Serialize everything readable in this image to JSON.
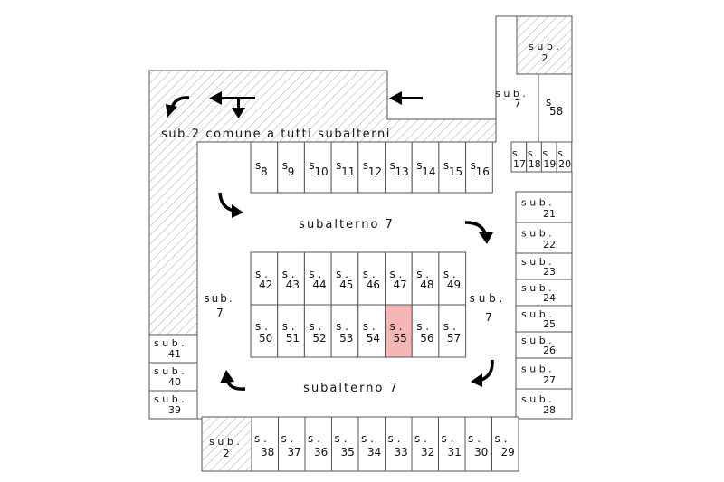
{
  "common_area_label": "sub.2 comune a tutti subalterni",
  "corridor_labels": {
    "top": "subalterno 7",
    "bottom": "subalterno 7",
    "left_prefix": "sub.",
    "left_num": "7",
    "right_prefix": "s u b .",
    "right_num": "7",
    "upper_right_prefix": "s u b .",
    "upper_right_num": "7"
  },
  "corner_sub2": {
    "top_right": {
      "prefix": "s u b .",
      "num": "2"
    },
    "bottom_left": {
      "prefix": "s u b .",
      "num": "2"
    }
  },
  "s58": {
    "prefix": "s",
    "num": "58"
  },
  "top_row": [
    {
      "prefix": "s",
      "num": "8"
    },
    {
      "prefix": "s",
      "num": "9"
    },
    {
      "prefix": "s",
      "num": "10"
    },
    {
      "prefix": "s",
      "num": "11"
    },
    {
      "prefix": "s",
      "num": "12"
    },
    {
      "prefix": "s",
      "num": "13"
    },
    {
      "prefix": "s",
      "num": "14"
    },
    {
      "prefix": "s",
      "num": "15"
    },
    {
      "prefix": "s",
      "num": "16"
    }
  ],
  "small_row": [
    {
      "prefix": "s",
      "num": "17"
    },
    {
      "prefix": "s",
      "num": "18"
    },
    {
      "prefix": "s",
      "num": "19"
    },
    {
      "prefix": "s",
      "num": "20"
    }
  ],
  "center_top": [
    {
      "prefix": "s .",
      "num": "42"
    },
    {
      "prefix": "s .",
      "num": "43"
    },
    {
      "prefix": "s .",
      "num": "44"
    },
    {
      "prefix": "s .",
      "num": "45"
    },
    {
      "prefix": "s .",
      "num": "46"
    },
    {
      "prefix": "s .",
      "num": "47"
    },
    {
      "prefix": "s .",
      "num": "48"
    },
    {
      "prefix": "s .",
      "num": "49"
    }
  ],
  "center_bottom": [
    {
      "prefix": "s .",
      "num": "50"
    },
    {
      "prefix": "s .",
      "num": "51"
    },
    {
      "prefix": "s .",
      "num": "52"
    },
    {
      "prefix": "s .",
      "num": "53"
    },
    {
      "prefix": "s .",
      "num": "54"
    },
    {
      "prefix": "s .",
      "num": "55"
    },
    {
      "prefix": "s .",
      "num": "56"
    },
    {
      "prefix": "s .",
      "num": "57"
    }
  ],
  "highlight_color": "#f4b6b6",
  "highlight_text_color": "#b22222",
  "right_column": [
    {
      "prefix": "s u b .",
      "num": "21"
    },
    {
      "prefix": "s u b .",
      "num": "22"
    },
    {
      "prefix": "s u b .",
      "num": "23"
    },
    {
      "prefix": "s u b .",
      "num": "24"
    },
    {
      "prefix": "s u b .",
      "num": "25"
    },
    {
      "prefix": "s u b .",
      "num": "26"
    },
    {
      "prefix": "s u b .",
      "num": "27"
    },
    {
      "prefix": "s u b .",
      "num": "28"
    }
  ],
  "left_column": [
    {
      "prefix": "s u b .",
      "num": "41"
    },
    {
      "prefix": "s u b .",
      "num": "40"
    },
    {
      "prefix": "s u b .",
      "num": "39"
    }
  ],
  "bottom_row": [
    {
      "prefix": "s .",
      "num": "38"
    },
    {
      "prefix": "s .",
      "num": "37"
    },
    {
      "prefix": "s .",
      "num": "36"
    },
    {
      "prefix": "s .",
      "num": "35"
    },
    {
      "prefix": "s .",
      "num": "34"
    },
    {
      "prefix": "s .",
      "num": "33"
    },
    {
      "prefix": "s .",
      "num": "32"
    },
    {
      "prefix": "s .",
      "num": "31"
    },
    {
      "prefix": "s .",
      "num": "30"
    },
    {
      "prefix": "s .",
      "num": "29"
    }
  ]
}
